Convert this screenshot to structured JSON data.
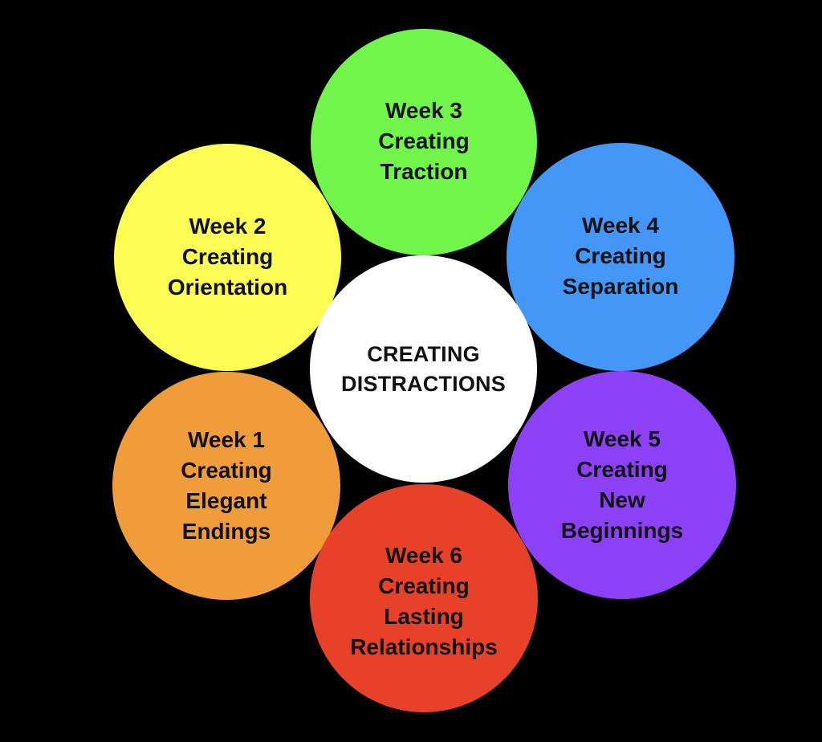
{
  "diagram": {
    "background_color": "#000000",
    "center": {
      "lines": [
        "CREATING",
        "DISTRACTIONS"
      ],
      "color": "#FFFFFF"
    },
    "weeks": {
      "week1": {
        "lines": [
          "Week 1",
          "Creating",
          "Elegant",
          "Endings"
        ],
        "color": "#F09C3A"
      },
      "week2": {
        "lines": [
          "Week 2",
          "Creating",
          "Orientation"
        ],
        "color": "#FBFC54"
      },
      "week3": {
        "lines": [
          "Week 3",
          "Creating",
          "Traction"
        ],
        "color": "#72F54A"
      },
      "week4": {
        "lines": [
          "Week 4",
          "Creating",
          "Separation"
        ],
        "color": "#4497F7"
      },
      "week5": {
        "lines": [
          "Week 5",
          "Creating",
          "New",
          "Beginnings"
        ],
        "color": "#8C41F7"
      },
      "week6": {
        "lines": [
          "Week 6",
          "Creating",
          "Lasting",
          "Relationships"
        ],
        "color": "#E8412A"
      }
    }
  }
}
